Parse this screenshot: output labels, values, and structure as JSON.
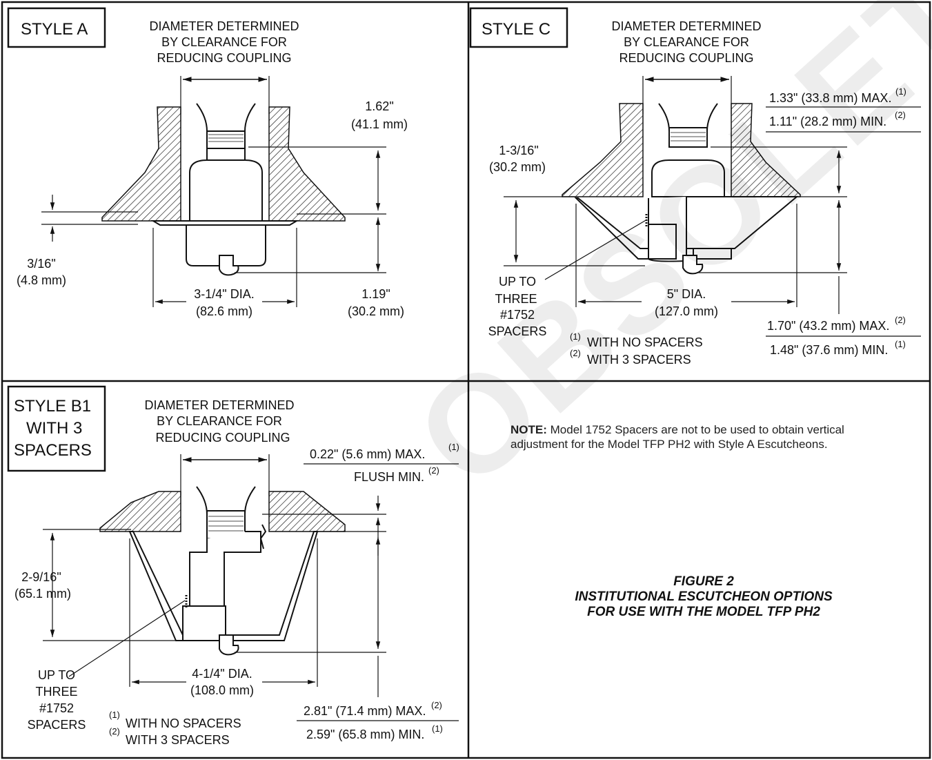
{
  "styleA": {
    "title": "STYLE A",
    "diameterNote": [
      "DIAMETER DETERMINED",
      "BY CLEARANCE FOR",
      "REDUCING COUPLING"
    ],
    "dimTop": [
      "1.62\"",
      "(41.1 mm)"
    ],
    "dimLeft": [
      "3/16\"",
      "(4.8 mm)"
    ],
    "dimDia": [
      "3-1/4\" DIA.",
      "(82.6 mm)"
    ],
    "dimBottom": [
      "1.19\"",
      "(30.2 mm)"
    ]
  },
  "styleC": {
    "title": "STYLE C",
    "diameterNote": [
      "DIAMETER DETERMINED",
      "BY CLEARANCE FOR",
      "REDUCING COUPLING"
    ],
    "dimTopMax": "1.33\" (33.8 mm) MAX.",
    "dimTopMaxRef": "(1)",
    "dimTopMin": "1.11\" (28.2 mm) MIN.",
    "dimTopMinRef": "(2)",
    "dimLeft": [
      "1-3/16\"",
      "(30.2 mm)"
    ],
    "spacers": [
      "UP TO",
      "THREE",
      "#1752",
      "SPACERS"
    ],
    "dimDia": [
      "5\" DIA.",
      "(127.0 mm)"
    ],
    "dimBotMax": "1.70\" (43.2 mm) MAX.",
    "dimBotMaxRef": "(2)",
    "dimBotMin": "1.48\" (37.6 mm) MIN.",
    "dimBotMinRef": "(1)",
    "foot1Ref": "(1)",
    "foot1": "WITH NO SPACERS",
    "foot2Ref": "(2)",
    "foot2": "WITH 3 SPACERS"
  },
  "styleB1": {
    "title": [
      "STYLE B1",
      "WITH 3",
      "SPACERS"
    ],
    "diameterNote": [
      "DIAMETER DETERMINED",
      "BY CLEARANCE FOR",
      "REDUCING COUPLING"
    ],
    "dimTopMax": "0.22\" (5.6 mm) MAX.",
    "dimTopMaxRef": "(1)",
    "dimTopMin": "FLUSH MIN.",
    "dimTopMinRef": "(2)",
    "dimLeft": [
      "2-9/16\"",
      "(65.1 mm)"
    ],
    "spacers": [
      "UP TO",
      "THREE",
      "#1752",
      "SPACERS"
    ],
    "dimDia": [
      "4-1/4\" DIA.",
      "(108.0 mm)"
    ],
    "dimBotMax": "2.81\" (71.4 mm) MAX.",
    "dimBotMaxRef": "(2)",
    "dimBotMin": "2.59\" (65.8 mm) MIN.",
    "dimBotMinRef": "(1)",
    "foot1Ref": "(1)",
    "foot1": "WITH NO SPACERS",
    "foot2Ref": "(2)",
    "foot2": "WITH 3 SPACERS"
  },
  "note": {
    "label": "NOTE:",
    "text": "Model 1752 Spacers are not to be used to obtain vertical adjustment for the Model TFP PH2 with Style A Escutcheons."
  },
  "figure": {
    "number": "FIGURE 2",
    "line1": "INSTITUTIONAL ESCUTCHEON OPTIONS",
    "line2": "FOR USE WITH THE MODEL TFP PH2"
  },
  "watermark": "OBSOLETE"
}
